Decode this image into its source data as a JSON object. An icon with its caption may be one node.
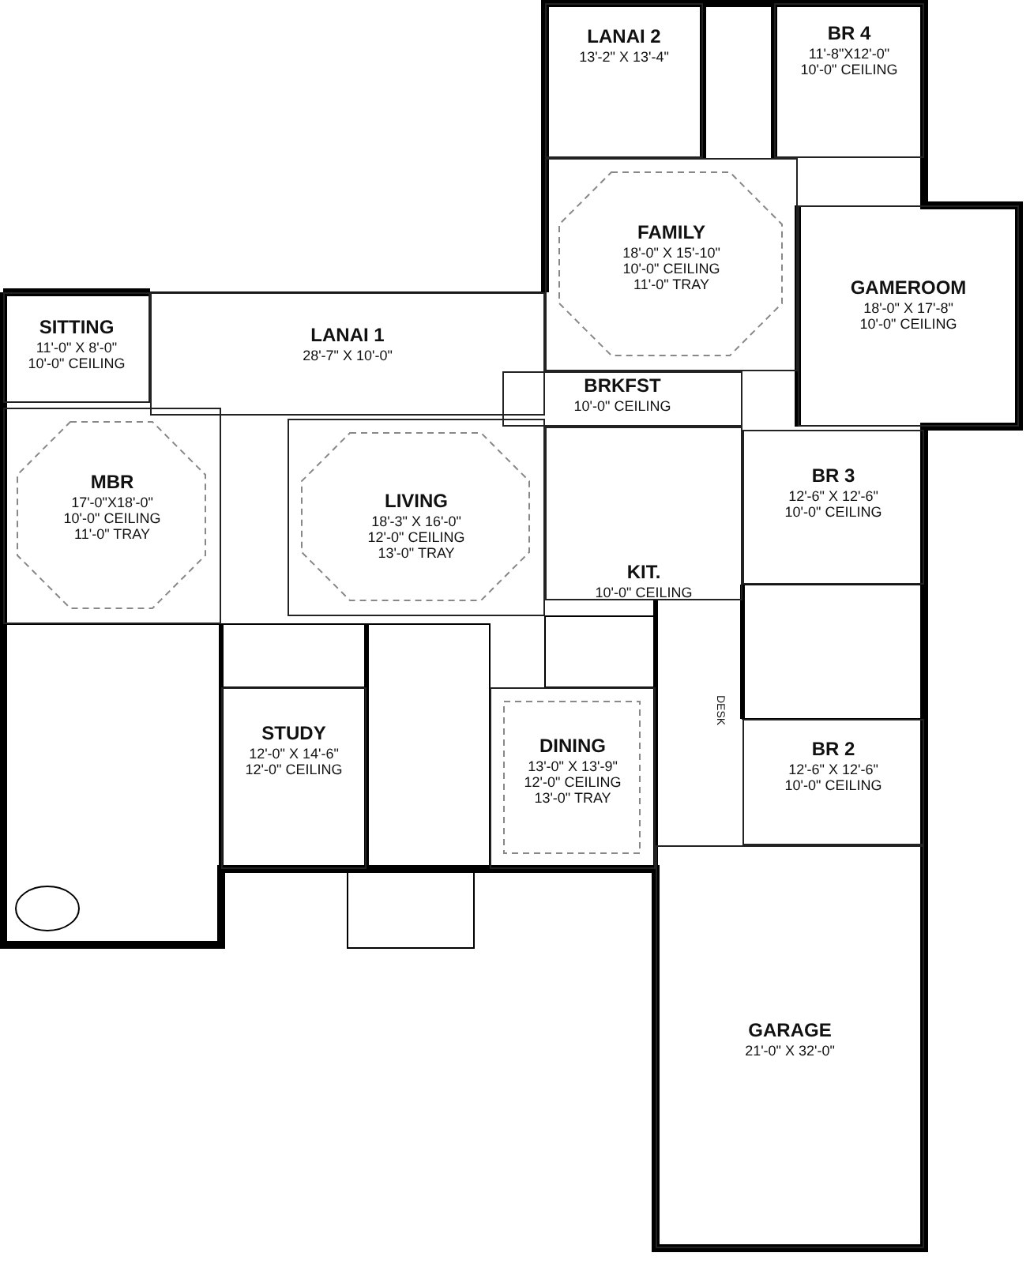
{
  "diagram": {
    "nodes": [
      {
        "text": [
          "LANAI 2",
          "13'-2\" X 13'-4\""
        ]
      },
      {
        "text": [
          "BR 4",
          "11'-8\"X12'-0\"",
          "10'-0\" CEILING"
        ]
      },
      {
        "text": [
          "FAMILY",
          "18'-0\" X 15'-10\"",
          "10'-0\" CEILING",
          "11'-0\" TRAY"
        ]
      },
      {
        "text": [
          "GAMEROOM",
          "18'-0\" X 17'-8\"",
          "10'-0\" CEILING"
        ]
      },
      {
        "text": [
          "SITTING",
          "11'-0\" X 8'-0\"",
          "10'-0\" CEILING"
        ]
      },
      {
        "text": [
          "LANAI 1",
          "28'-7\" X 10'-0\""
        ]
      },
      {
        "text": [
          "BRKFST",
          "10'-0\" CEILING"
        ]
      },
      {
        "text": [
          "MBR",
          "17'-0\"X18'-0\"",
          "10'-0\" CEILING",
          "11'-0\" TRAY"
        ]
      },
      {
        "text": [
          "LIVING",
          "18'-3\" X 16'-0\"",
          "12'-0\" CEILING",
          "13'-0\" TRAY"
        ]
      },
      {
        "text": [
          "BR 3",
          "12'-6\" X 12'-6\"",
          "10'-0\" CEILING"
        ]
      },
      {
        "text": [
          "KIT.",
          "10'-0\" CEILING"
        ]
      },
      {
        "text": [
          "STUDY",
          "12'-0\" X 14'-6\"",
          "12'-0\" CEILING"
        ]
      },
      {
        "text": [
          "DINING",
          "13'-0\" X 13'-9\"",
          "12'-0\" CEILING",
          "13'-0\" TRAY"
        ]
      },
      {
        "text": [
          "BR 2",
          "12'-6\" X 12'-6\"",
          "10'-0\" CEILING"
        ]
      },
      {
        "text": [
          "GARAGE",
          "21'-0\" X 32'-0\""
        ]
      }
    ],
    "labels": [
      "DESK"
    ]
  }
}
